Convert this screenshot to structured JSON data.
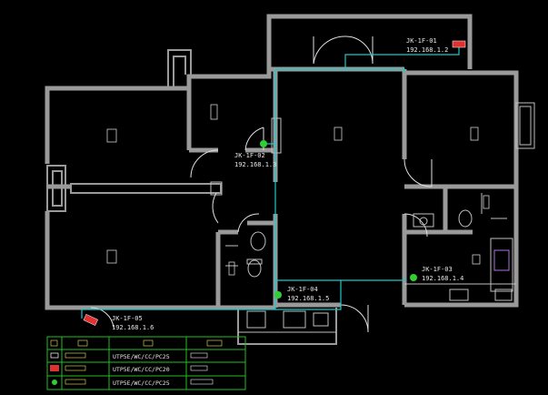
{
  "access_points": [
    {
      "id": "JK-1F-01",
      "ip": "192.168.1.2"
    },
    {
      "id": "JK-1F-02",
      "ip": "192.168.1.3"
    },
    {
      "id": "JK-1F-03",
      "ip": "192.168.1.4"
    },
    {
      "id": "JK-1F-04",
      "ip": "192.168.1.5"
    },
    {
      "id": "JK-1F-05",
      "ip": "192.168.1.6"
    }
  ],
  "legend": {
    "rows": [
      {
        "cable": "UTP5E/WC/CC/PC25"
      },
      {
        "cable": "UTP5E/WC/CC/PC20"
      },
      {
        "cable": "UTP5E/WC/CC/PC25"
      }
    ]
  },
  "colors": {
    "wall": "#9a9a9a",
    "cable": "#1fc8c8",
    "ap": "#2fd02f",
    "wall_ap": "#e03030",
    "legend_grid": "#22c022"
  }
}
